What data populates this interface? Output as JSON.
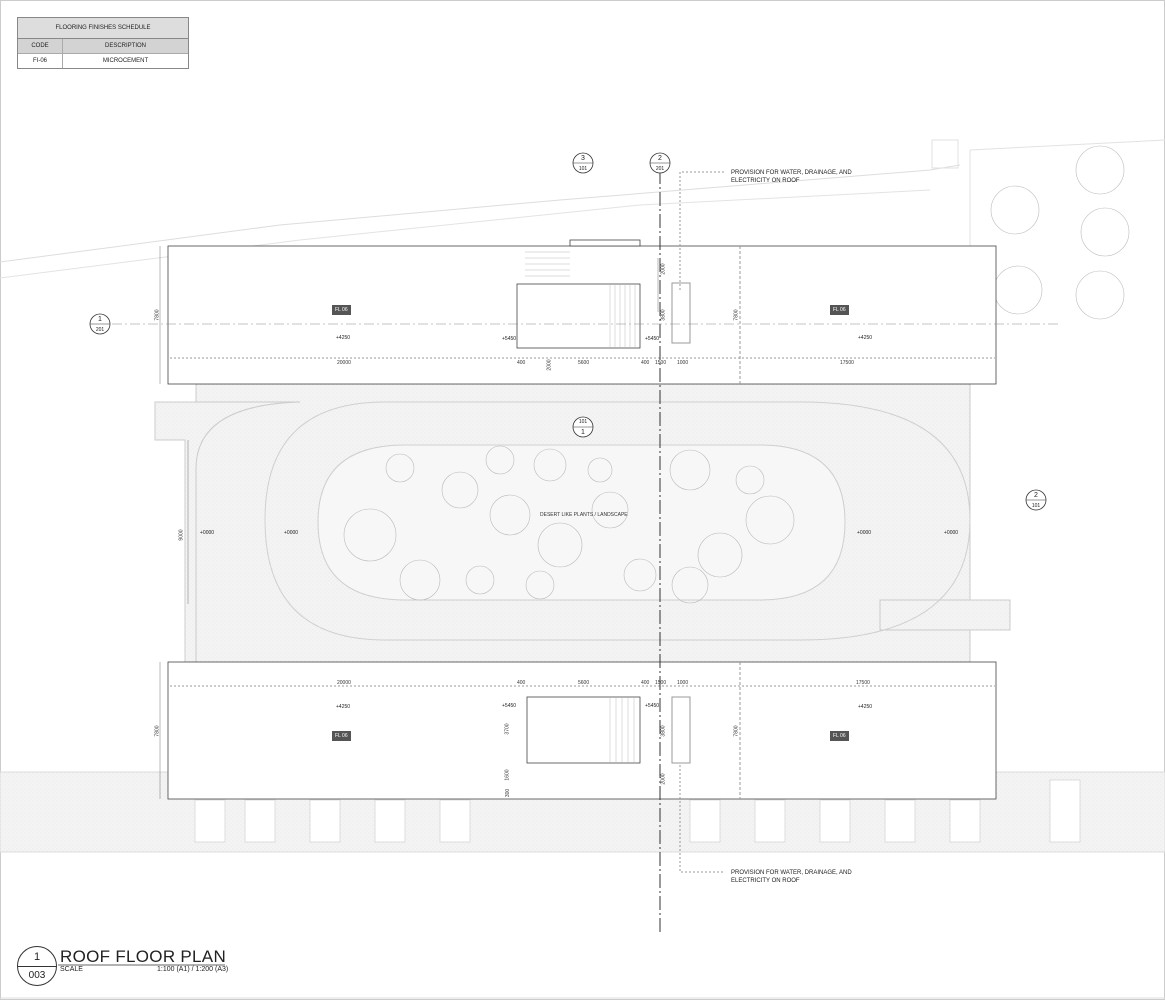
{
  "schedule": {
    "title": "FLOORING FINISHES SCHEDULE",
    "col_code": "CODE",
    "col_desc": "DESCRIPTION",
    "rows": [
      {
        "code": "FI-06",
        "desc": "MICROCEMENT"
      }
    ]
  },
  "notes": {
    "top": "PROVISION FOR WATER, DRAINAGE, AND ELECTRICITY ON ROOF",
    "bottom": "PROVISION FOR WATER, DRAINAGE, AND ELECTRICITY ON ROOF"
  },
  "landscape_label": "DESERT LIKE PLANTS / LANDSCAPE",
  "finish_tag": "FL  06",
  "levels": {
    "roof": "+4250",
    "stair": "+5450",
    "ground": "+0000"
  },
  "dims": {
    "d20000": "20000",
    "d17500": "17500",
    "d7800": "7800",
    "d5600": "5600",
    "d400": "400",
    "d1500": "1500",
    "d1000": "1000",
    "d2000": "2000",
    "d3800": "3800",
    "d9000": "9000",
    "d3700": "3700",
    "d1600": "1600",
    "d300": "300"
  },
  "sections": {
    "s1_num": "1",
    "s1_ref": "201",
    "s2_num": "2",
    "s2_ref": "201",
    "s3_num": "3",
    "s3_ref": "101",
    "s4_num": "1",
    "s4_ref": "101",
    "s5_num": "2",
    "s5_ref": "101"
  },
  "title_block": {
    "number": "1",
    "sheet": "003",
    "title": "ROOF FLOOR PLAN",
    "scale_label": "SCALE",
    "scale_value": "1:100 (A1) / 1:200 (A3)"
  }
}
